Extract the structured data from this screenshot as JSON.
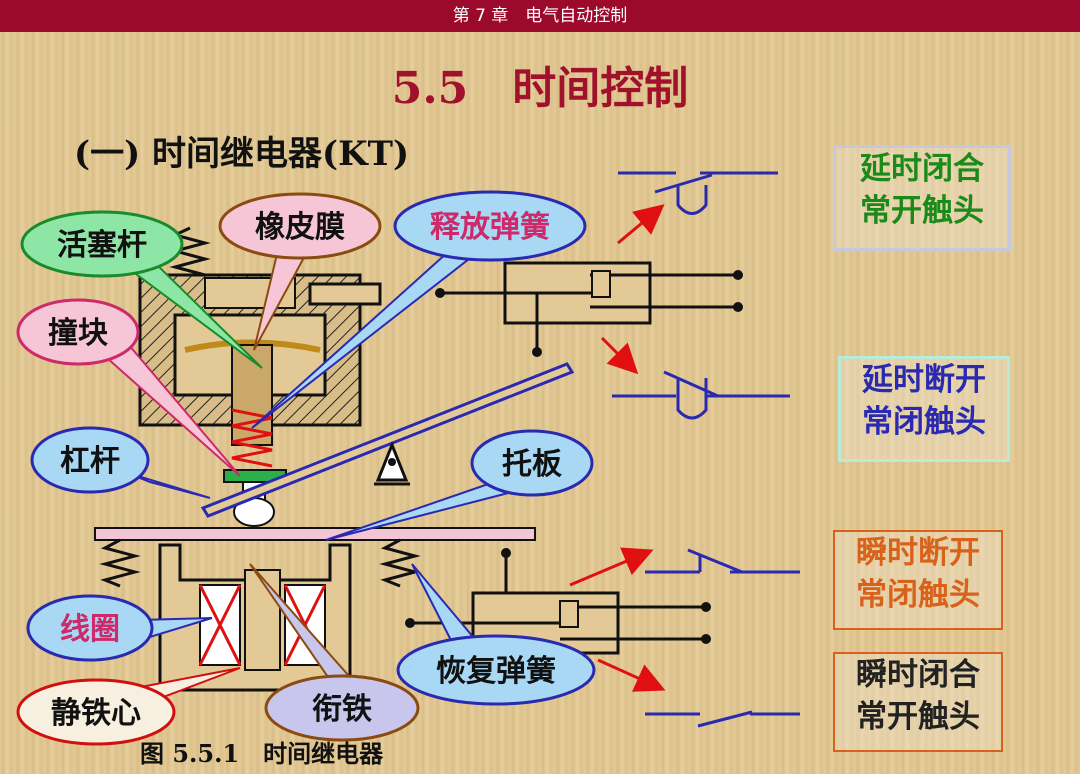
{
  "header": {
    "chapter": "第 7 章　电气自动控制"
  },
  "title": "5.5　时间控制",
  "subtitle": "(一) 时间继电器(KT)",
  "caption": "图 5.5.1　时间继电器",
  "callouts": {
    "piston_rod": "活塞杆",
    "rubber_membrane": "橡皮膜",
    "release_spring": "释放弹簧",
    "striker": "撞块",
    "lever": "杠杆",
    "tray": "托板",
    "coil": "线圈",
    "return_spring": "恢复弹簧",
    "static_core": "静铁心",
    "armature": "衔铁"
  },
  "contact_labels": {
    "delay_close_no": [
      "延时闭合",
      "常开触头"
    ],
    "delay_open_nc": [
      "延时断开",
      "常闭触头"
    ],
    "instant_open_nc": [
      "瞬时断开",
      "常闭触头"
    ],
    "instant_close_no": [
      "瞬时闭合",
      "常开触头"
    ]
  },
  "colors": {
    "header_bg": "#9b0a2a",
    "title": "#a0122c",
    "callout_green": "#1a8a2a",
    "callout_blue": "#2a2ab0",
    "callout_pink": "#cc2a6a",
    "callout_red": "#d01010",
    "callout_brown": "#8a4b10",
    "green_box": "#1a8a1a",
    "blue_box": "#2a2ab0",
    "orange_box": "#d9621a",
    "dark_box": "#222222"
  }
}
